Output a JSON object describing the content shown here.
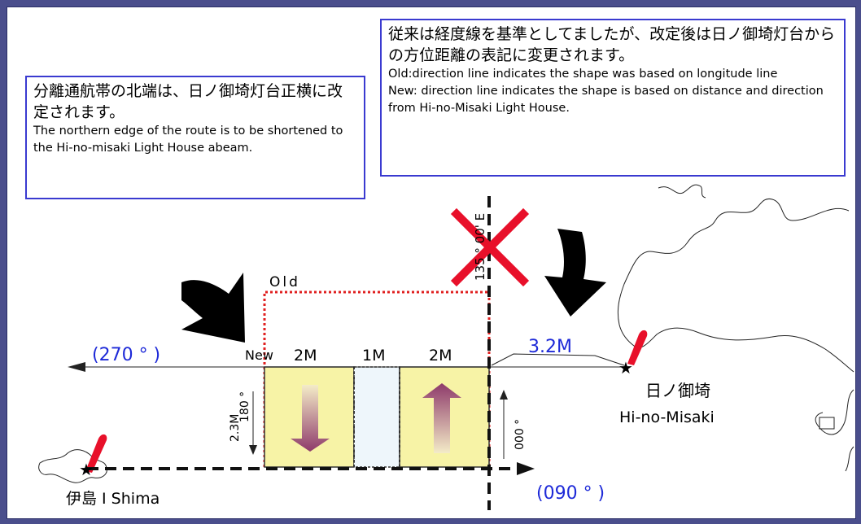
{
  "notes": {
    "left": {
      "jp": "分離通航帯の北端は、日ノ御埼灯台正横に改定されます。",
      "en": "The northern edge of the route is to be shortened to the Hi-no-misaki Light House abeam."
    },
    "right": {
      "jp": "従来は経度線を基準としてましたが、改定後は日ノ御埼灯台からの方位距離の表記に変更されます。",
      "en_old": "Old:direction line indicates the shape was based on longitude line",
      "en_new": "New: direction line indicates the shape is based on distance and direction from Hi-no-Misaki Light House."
    }
  },
  "labels": {
    "old": "Old",
    "new": "New",
    "lane_left": "2M",
    "lane_mid": "1M",
    "lane_right": "2M",
    "dist_32": "3.2M",
    "bearing_270": "(270 ° )",
    "bearing_090": "(090 ° )",
    "longitude": "135 ° 00' E",
    "height_23": "2.3M",
    "bearing_180": "180 °",
    "bearing_000": "000 °",
    "hinomisaki_jp": "日ノ御埼",
    "hinomisaki_en": "Hi-no-Misaki",
    "ishima": "伊島  I Shima"
  },
  "colors": {
    "accent_blue": "#1e2ad8",
    "cross_red": "#e8102a",
    "old_red": "#e02020",
    "lane_yellow": "#f7f3a6",
    "lane_blue": "#eef6fb",
    "slide_bg": "#4a4e8c"
  }
}
